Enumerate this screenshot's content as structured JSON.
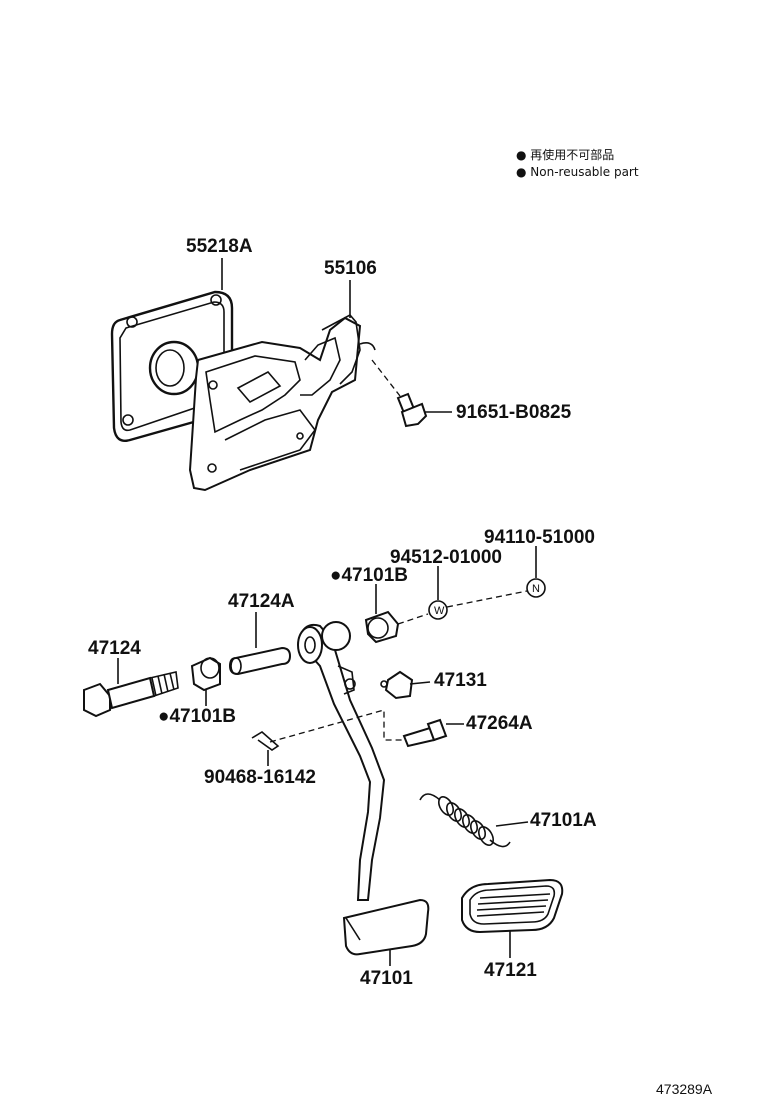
{
  "legend": {
    "line_jp": "● 再使用不可部品",
    "line_en": "● Non-reusable part"
  },
  "parts": {
    "p55218A": "55218A",
    "p55106": "55106",
    "p91651": "91651-B0825",
    "p94110": "94110-51000",
    "p94512": "94512-01000",
    "p47101B_top": "●47101B",
    "p47124A": "47124A",
    "p47124": "47124",
    "p47131": "47131",
    "p47101B_left": "●47101B",
    "p47264A": "47264A",
    "p90468": "90468-16142",
    "p47101A": "47101A",
    "p47101": "47101",
    "p47121": "47121"
  },
  "markers": {
    "w": "W",
    "n": "N"
  },
  "reference": "473289A"
}
